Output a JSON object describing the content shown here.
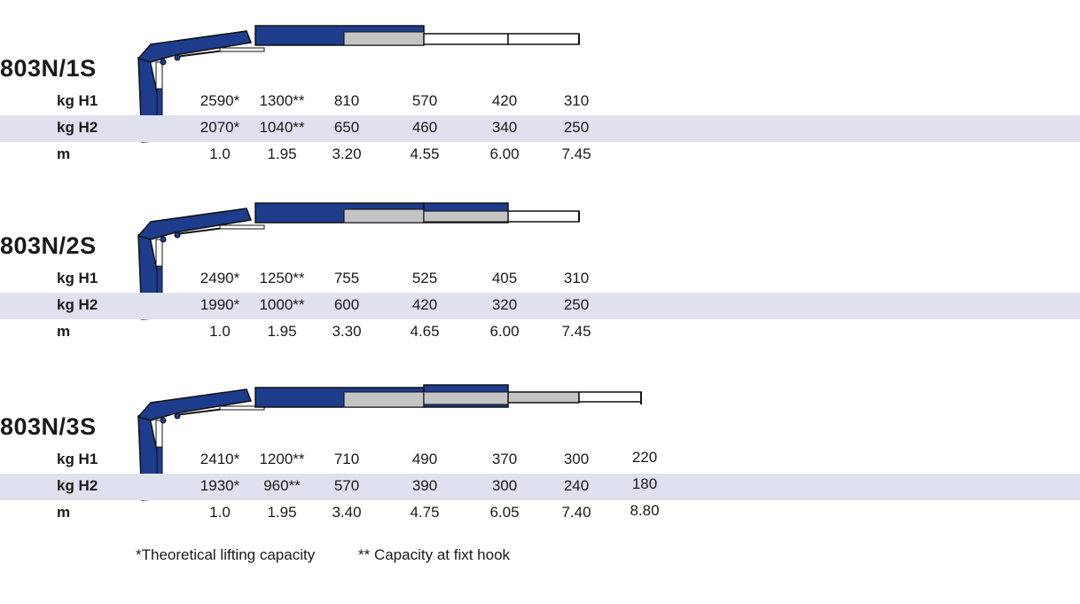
{
  "row_labels": {
    "h1": "kg H1",
    "h2": "kg H2",
    "m": "m"
  },
  "colors": {
    "crane_blue": "#1e3c8c",
    "crane_grey": "#c4c4c4",
    "row_shade": "#dfe1ee"
  },
  "models": [
    {
      "name": "803N/1S",
      "h1": [
        "2590*",
        "1300**",
        "810",
        "570",
        "420",
        "310"
      ],
      "h2": [
        "2070*",
        "1040**",
        "650",
        "460",
        "340",
        "250"
      ],
      "m": [
        "1.0",
        "1.95",
        "3.20",
        "4.55",
        "6.00",
        "7.45"
      ]
    },
    {
      "name": "803N/2S",
      "h1": [
        "2490*",
        "1250**",
        "755",
        "525",
        "405",
        "310"
      ],
      "h2": [
        "1990*",
        "1000**",
        "600",
        "420",
        "320",
        "250"
      ],
      "m": [
        "1.0",
        "1.95",
        "3.30",
        "4.65",
        "6.00",
        "7.45"
      ]
    },
    {
      "name": "803N/3S",
      "h1": [
        "2410*",
        "1200**",
        "710",
        "490",
        "370",
        "300",
        "220"
      ],
      "h2": [
        "1930*",
        "960**",
        "570",
        "390",
        "300",
        "240",
        "180"
      ],
      "m": [
        "1.0",
        "1.95",
        "3.40",
        "4.75",
        "6.05",
        "7.40",
        "8.80"
      ]
    }
  ],
  "legend": {
    "theoretical": "*Theoretical lifting capacity",
    "fixt_hook": "** Capacity at fixt hook"
  }
}
